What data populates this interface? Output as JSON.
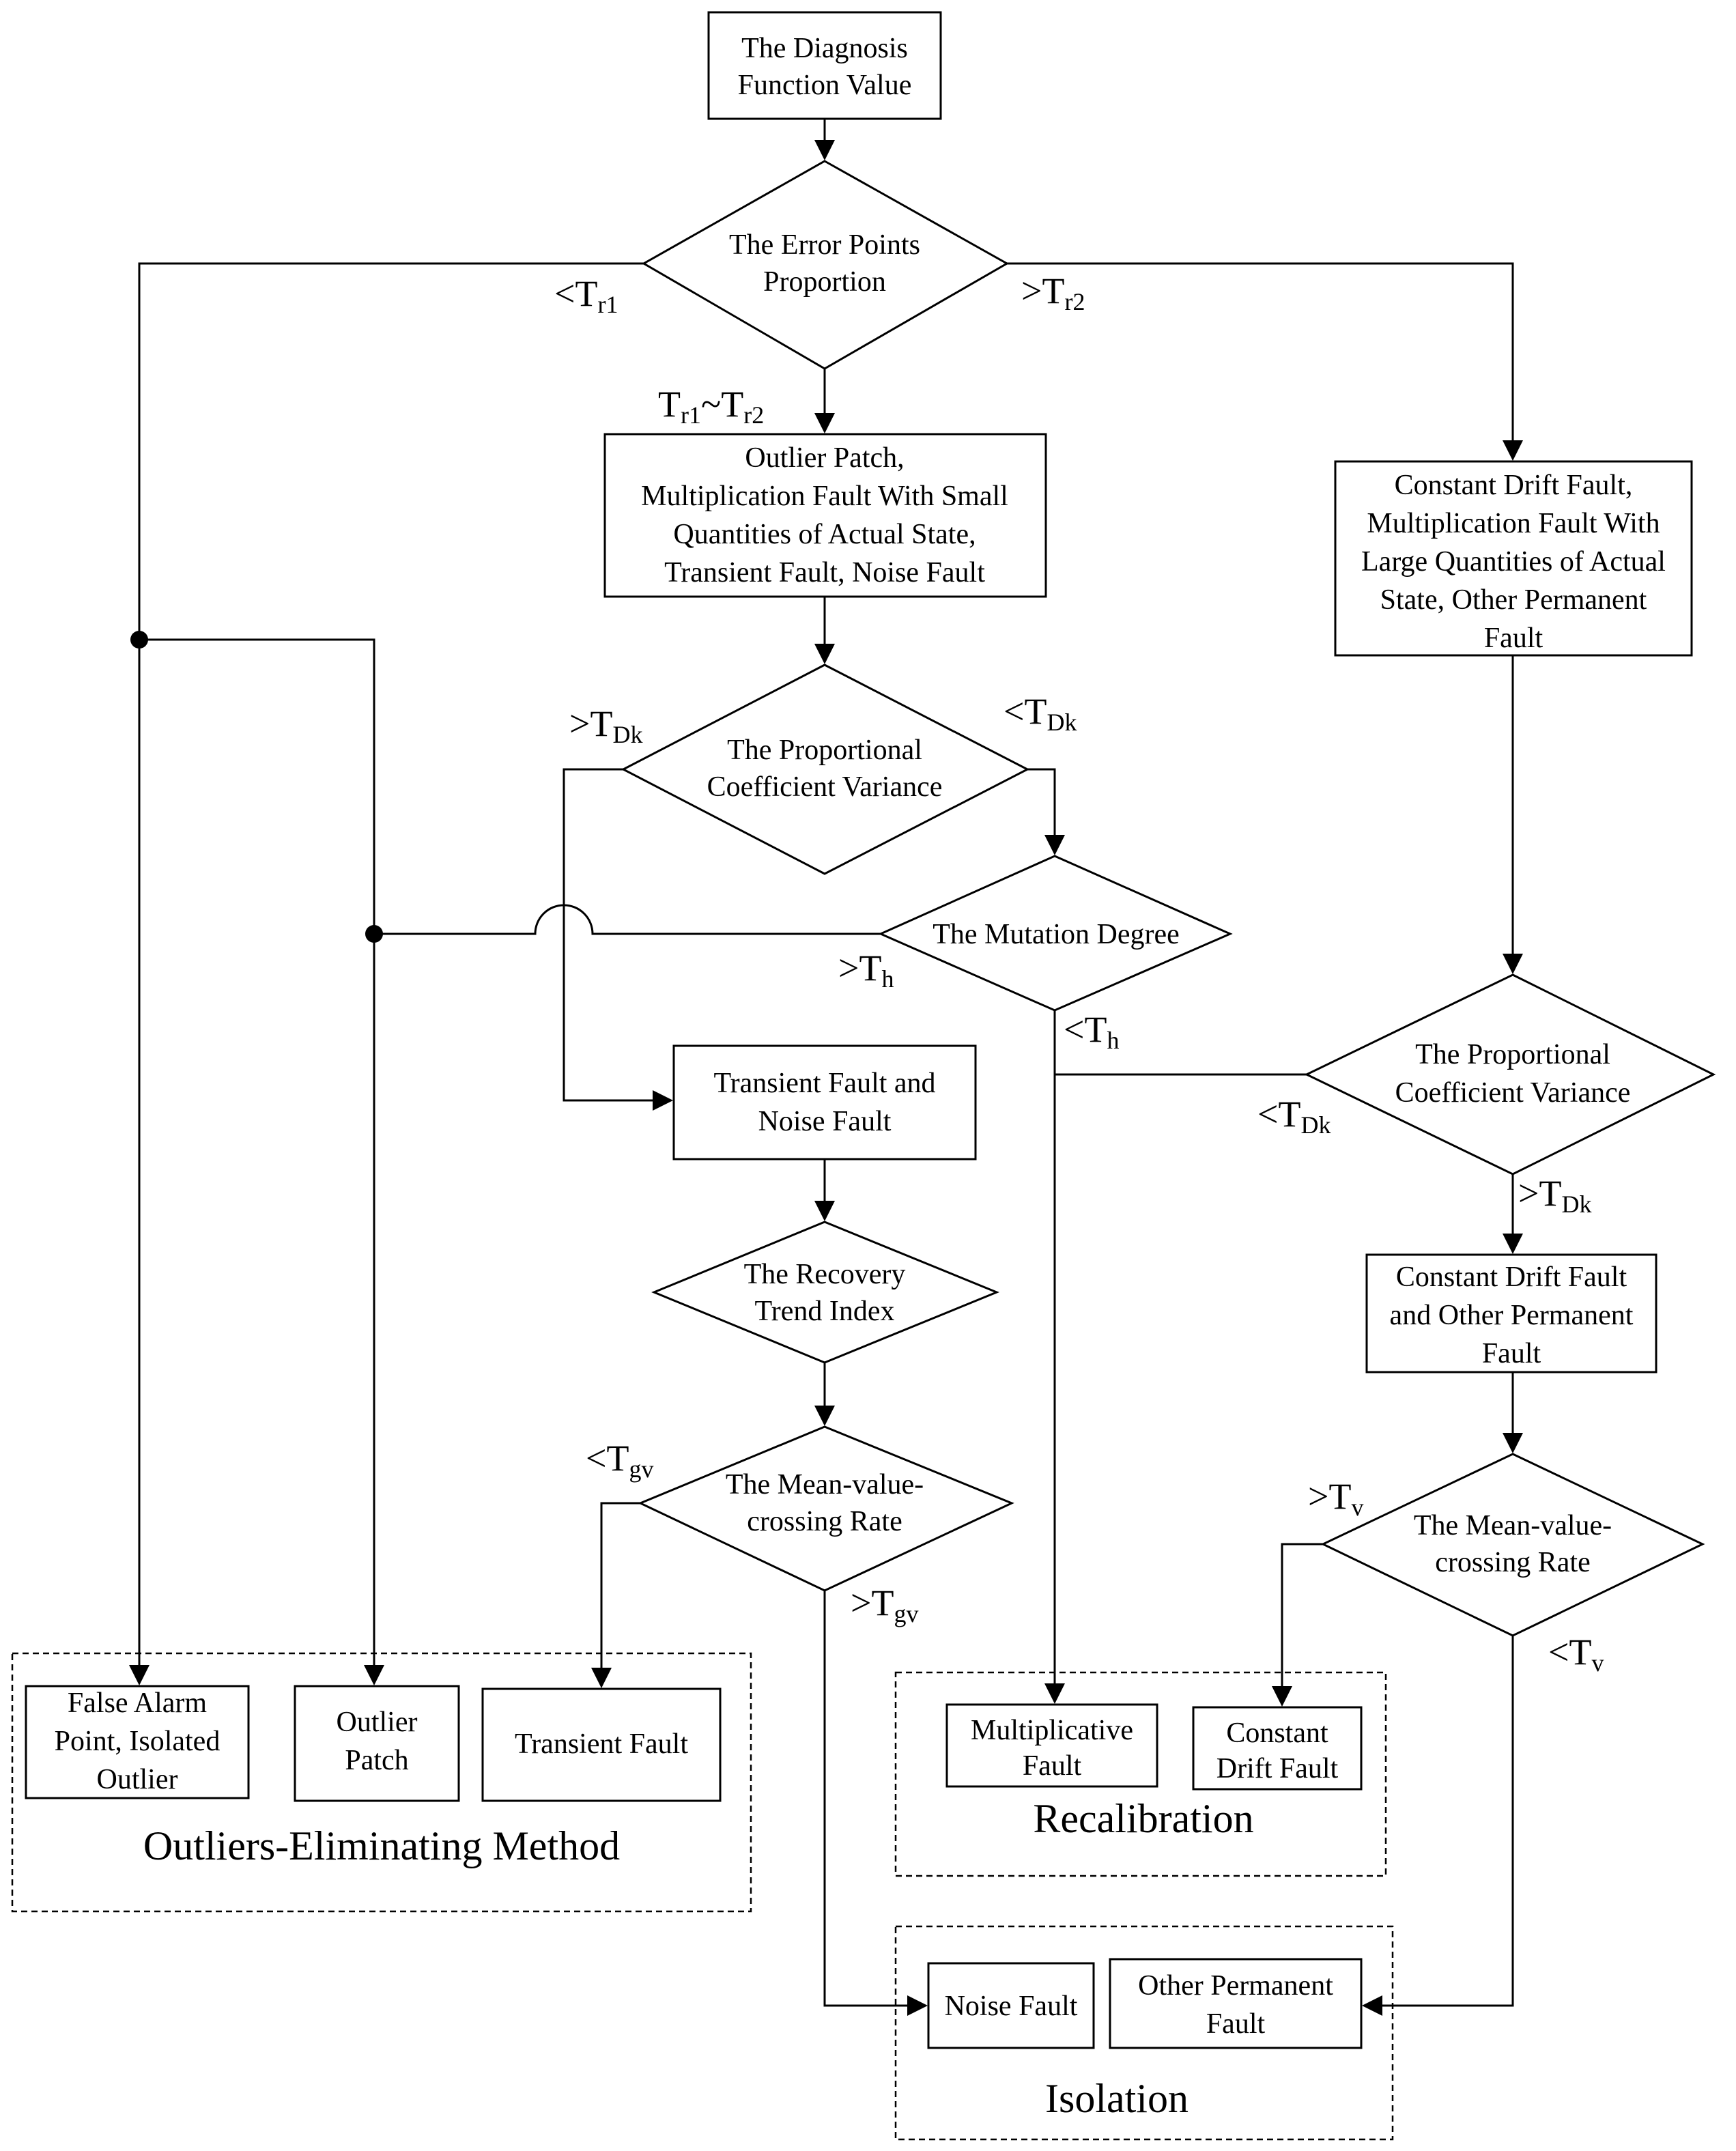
{
  "nodes": {
    "start": [
      "The Diagnosis",
      "Function Value"
    ],
    "error_points": [
      "The Error Points",
      "Proportion"
    ],
    "mid_box": [
      "Outlier Patch,",
      "Multiplication Fault With Small",
      "Quantities of Actual State,",
      "Transient Fault, Noise Fault"
    ],
    "right_box": [
      "Constant Drift Fault,",
      "Multiplication Fault With",
      "Large Quantities of Actual",
      "State, Other Permanent",
      "Fault"
    ],
    "pcv_mid": [
      "The Proportional",
      "Coefficient Variance"
    ],
    "mutation": [
      "The Mutation Degree"
    ],
    "pcv_right": [
      "The Proportional",
      "Coefficient Variance"
    ],
    "transient_noise": [
      "Transient Fault and",
      "Noise Fault"
    ],
    "recovery": [
      "The Recovery",
      "Trend Index"
    ],
    "constant_other": [
      "Constant Drift Fault",
      "and  Other Permanent",
      "Fault"
    ],
    "mvcr_mid": [
      "The Mean-value-",
      "crossing Rate"
    ],
    "mvcr_right": [
      "The Mean-value-",
      "crossing Rate"
    ],
    "false_alarm": [
      "False Alarm",
      "Point, Isolated",
      "Outlier"
    ],
    "outlier_patch": [
      "Outlier",
      "Patch"
    ],
    "transient_fault": [
      "Transient Fault"
    ],
    "multiplicative": [
      "Multiplicative",
      "Fault"
    ],
    "constant_drift": [
      "Constant",
      "Drift Fault"
    ],
    "noise_fault": [
      "Noise Fault"
    ],
    "other_permanent": [
      "Other Permanent",
      "Fault"
    ]
  },
  "groups": {
    "outliers": "Outliers-Eliminating Method",
    "recalibration": "Recalibration",
    "isolation": "Isolation"
  },
  "edge_labels": {
    "lt_tr1": {
      "op": "<",
      "base": "T",
      "sub": "r1"
    },
    "gt_tr2": {
      "op": ">",
      "base": "T",
      "sub": "r2"
    },
    "tr1_tr2": {
      "a": "T",
      "a_sub": "r1",
      "sep": "~",
      "b": "T",
      "b_sub": "r2"
    },
    "gt_tdk_mid": {
      "op": ">",
      "base": "T",
      "sub": "Dk"
    },
    "lt_tdk_mid": {
      "op": "<",
      "base": "T",
      "sub": "Dk"
    },
    "gt_th": {
      "op": ">",
      "base": "T",
      "sub": "h"
    },
    "lt_th": {
      "op": "<",
      "base": "T",
      "sub": "h"
    },
    "lt_tdk_right": {
      "op": "<",
      "base": "T",
      "sub": "Dk"
    },
    "gt_tdk_right": {
      "op": ">",
      "base": "T",
      "sub": "Dk"
    },
    "lt_tgv": {
      "op": "<",
      "base": "T",
      "sub": "gv"
    },
    "gt_tgv": {
      "op": ">",
      "base": "T",
      "sub": "gv"
    },
    "gt_tv": {
      "op": ">",
      "base": "T",
      "sub": "v"
    },
    "lt_tv": {
      "op": "<",
      "base": "T",
      "sub": "v"
    }
  }
}
